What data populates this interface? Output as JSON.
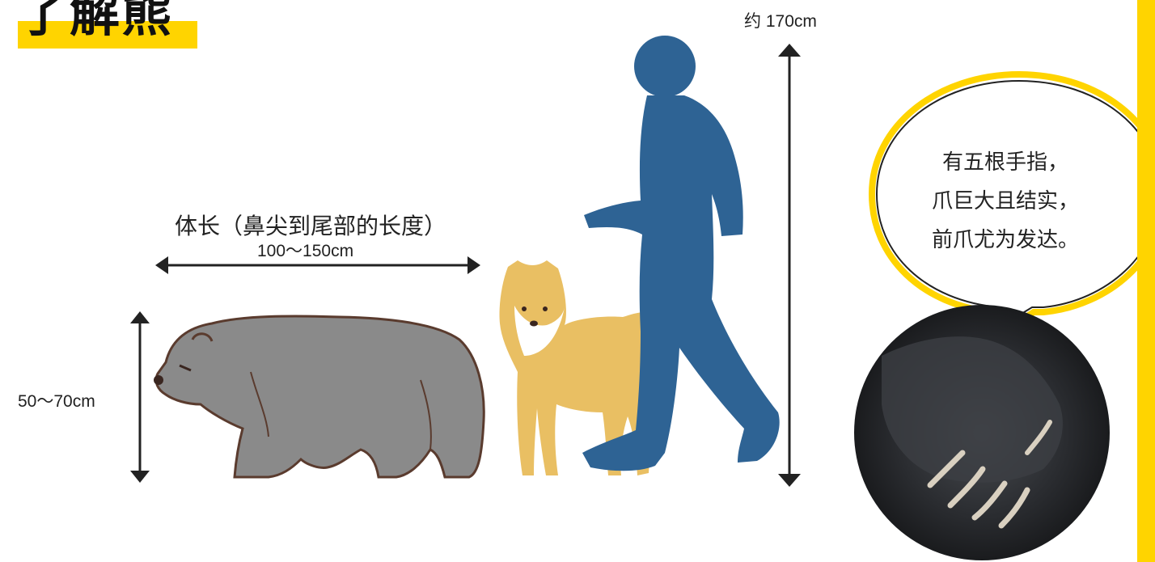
{
  "title": "了解熊",
  "measure": {
    "body_length_label": "体长（鼻尖到尾部的长度）",
    "length_range": "100～150cm",
    "height_range": "50～70cm",
    "person_height": "约 170cm"
  },
  "bubble": {
    "lines": [
      "有五根手指，",
      "爪巨大且结实，",
      "前爪尤为发达。"
    ]
  },
  "colors": {
    "accent_yellow": "#ffd400",
    "bear_gray": "#8a8a8a",
    "dog_tan": "#e9bf63",
    "person_blue": "#2e6394"
  }
}
